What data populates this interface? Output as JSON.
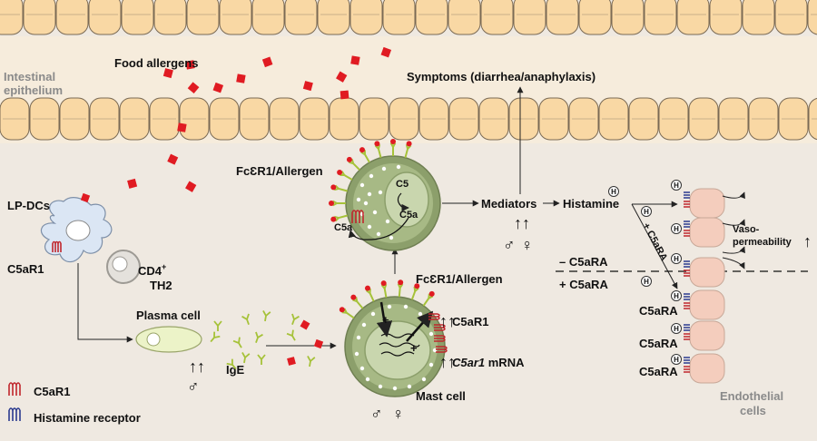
{
  "labels": {
    "intestinal_epithelium_1": "Intestinal",
    "intestinal_epithelium_2": "epithelium",
    "food_allergens": "Food allergens",
    "symptoms": "Symptoms (diarrhea/anaphylaxis)",
    "fce_allergen_top": "FcƐR1/Allergen",
    "fce_allergen_bottom": "FcƐR1/Allergen",
    "c5": "C5",
    "c5a_inner": "C5a",
    "c5a_outer": "C5a",
    "mediators": "Mediators",
    "histamine": "Histamine",
    "lp_dcs": "LP-DCs",
    "c5ar1_dc": "C5aR1",
    "cd4": "CD4",
    "cd4_sup": "+",
    "th2": "TH2",
    "plasma_cell": "Plasma cell",
    "ige": "IgE",
    "c5ar1_mast": "C5aR1",
    "c5ar1_mrna_italic": "C5ar1",
    "c5ar1_mrna_rest": " mRNA",
    "mast_cell": "Mast cell",
    "minus_c5ara": "– C5aRA",
    "plus_c5ara_left": "+ C5aRA",
    "plus_c5ara_diag": "+ C5aRA",
    "vaso_1": "Vaso-",
    "vaso_2": "permeability",
    "c5ara_1": "C5aRA",
    "c5ara_2": "C5aRA",
    "c5ara_3": "C5aRA",
    "endothelial_1": "Endothelial",
    "endothelial_2": "cells",
    "legend_c5ar1": "C5aR1",
    "legend_histamine": "Histamine receptor",
    "h": "H",
    "up_arrows": "↑↑",
    "up_arrow": "↑",
    "male": "♂",
    "female": "♀",
    "plus": "+"
  },
  "colors": {
    "background": "#efe9e1",
    "epithelial_cell": "#f9d8a4",
    "epithelial_border": "#7a6a55",
    "allergen": "#e01b22",
    "dc": "#dbe6f4",
    "mast_outer": "#8c9f6b",
    "mast_inner": "#c9d6ae",
    "plasma": "#ecf3c8",
    "endothelial": "#f4cdbd",
    "c5ar1": "#c0272d",
    "histamine_receptor": "#2b3b8f",
    "antibody": "#a6c239"
  }
}
